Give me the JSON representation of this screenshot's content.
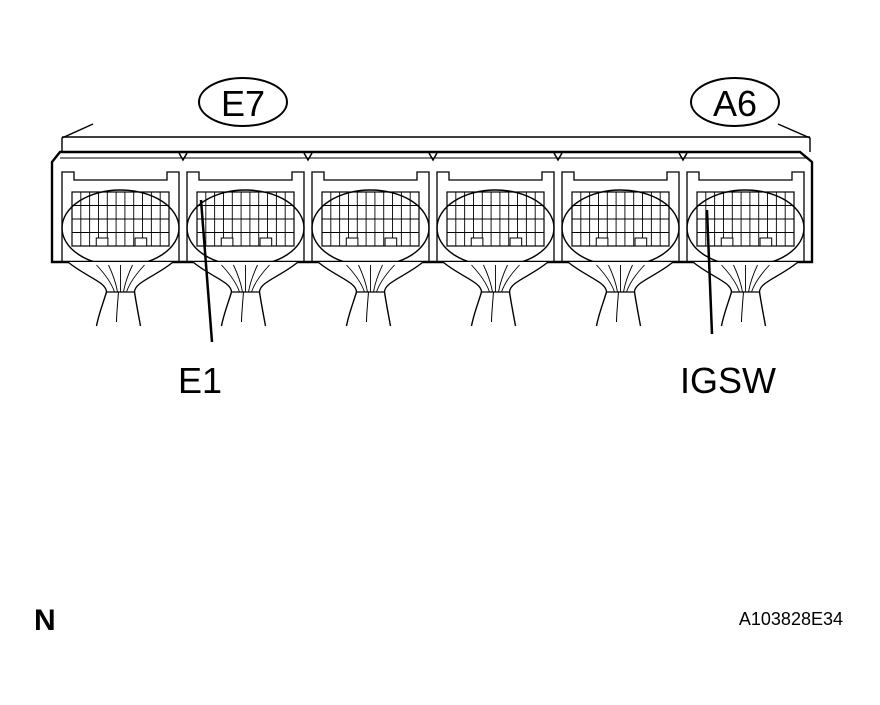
{
  "connector_labels": {
    "left": "E7",
    "right": "A6"
  },
  "pin_labels": {
    "e1": "E1",
    "igsw": "IGSW"
  },
  "footer": {
    "view_code": "N",
    "figure_id": "A103828E34"
  },
  "connector_count": 6,
  "colors": {
    "ink": "#000000",
    "background": "#ffffff"
  }
}
